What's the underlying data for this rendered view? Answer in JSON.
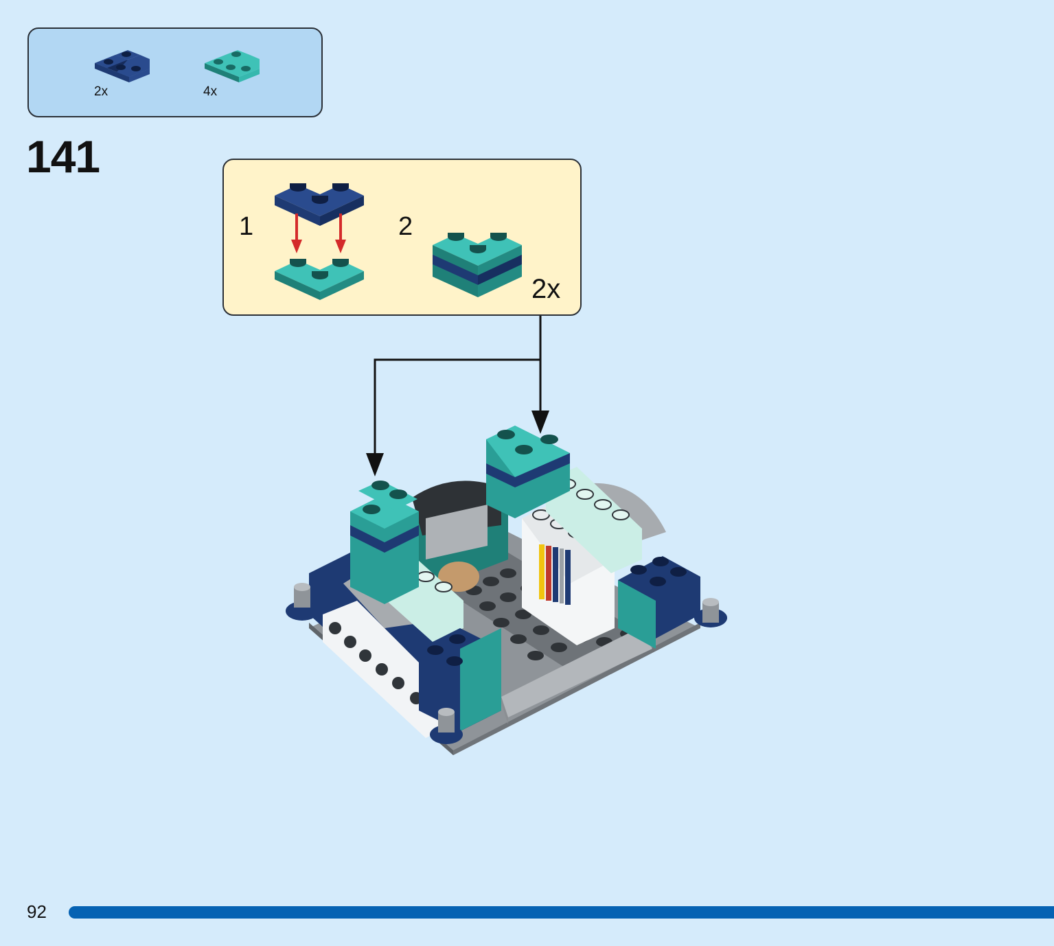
{
  "parts_list": {
    "items": [
      {
        "qty": "2x",
        "color": "#1e3a73",
        "icon": "dark-blue-corner-plate-icon"
      },
      {
        "qty": "4x",
        "color": "#2a9e96",
        "icon": "teal-corner-plate-icon"
      }
    ]
  },
  "step": {
    "number": "141"
  },
  "substeps": {
    "items": [
      {
        "number": "1"
      },
      {
        "number": "2"
      }
    ],
    "multiplier": "2x"
  },
  "colors": {
    "background": "#d5ebfb",
    "parts_box": "#b2d7f3",
    "substep_box": "#fff3c9",
    "dark_blue": "#1e3a73",
    "teal": "#2a9e96",
    "arrow_red": "#d42a2a",
    "progress": "#0562b3"
  },
  "page": {
    "number": "92"
  }
}
